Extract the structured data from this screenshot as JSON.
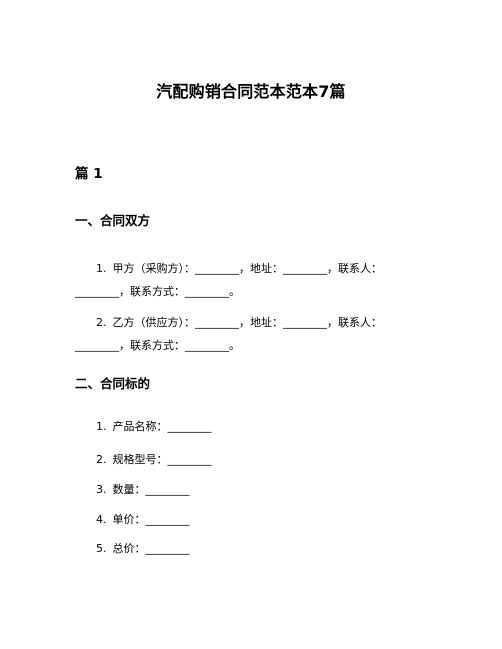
{
  "document": {
    "title": "汽配购销合同范本范本7篇"
  },
  "section": {
    "label": "篇 1"
  },
  "part_one": {
    "heading": "一、合同双方",
    "items": [
      {
        "number": "1.",
        "line1": "甲方（采购方）：________，地址：________，联系人：",
        "line2": "________，联系方式：________。"
      },
      {
        "number": "2.",
        "line1": "乙方（供应方）：________，地址：________，联系人：",
        "line2": "________，联系方式：________。"
      }
    ]
  },
  "part_two": {
    "heading": "二、合同标的",
    "items": [
      {
        "number": "1.",
        "text": "产品名称：________"
      },
      {
        "number": "2.",
        "text": "规格型号：________"
      },
      {
        "number": "3.",
        "text": "数量：________"
      },
      {
        "number": "4.",
        "text": "单价：________"
      },
      {
        "number": "5.",
        "text": "总价：________"
      }
    ]
  }
}
